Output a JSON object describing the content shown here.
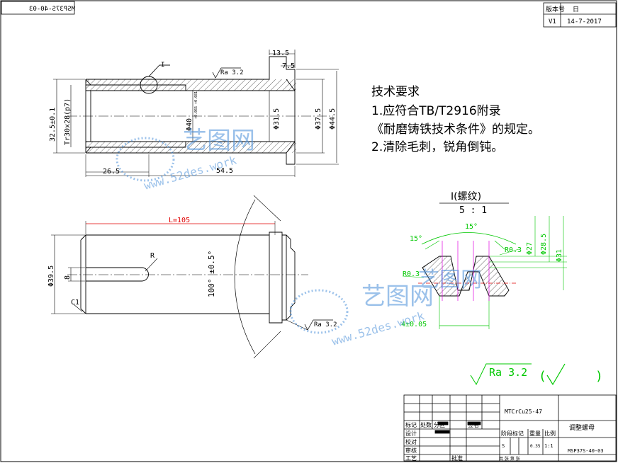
{
  "drawing": {
    "mirrored_code": "MSP37S-40-03",
    "revision": {
      "col1": "版本号",
      "col2": "日",
      "version": "V1",
      "date": "14-7-2017"
    }
  },
  "top_view": {
    "detail_mark": "I",
    "dims": {
      "d13_5": "13.5",
      "d7_5": "7.5",
      "ra": "Ra 3.2",
      "d32_5": "32.5±0.1",
      "thread": "Tr30x28(p7)",
      "phi40": "Φ40",
      "phi40_tol": "+0.065 +0.081",
      "phi31_5": "Φ31.5",
      "phi37_5": "Φ37.5",
      "phi44_5": "Φ44.5",
      "d26_5": "26.5",
      "d54_5": "54.5"
    }
  },
  "bottom_view": {
    "length": "L=105",
    "phi39_5": "Φ39.5",
    "eight": "8",
    "r": "R",
    "c1": "C1",
    "angle": "100° ±0.5°",
    "ra": "Ra 3.2"
  },
  "tech_req": {
    "title": "技术要求",
    "line1": "1.应符合TB/T2916附录",
    "line2": "《耐磨铸铁技术条件》的规定。",
    "line3": "2.清除毛刺，锐角倒钝。"
  },
  "detail": {
    "title": "I(螺纹)",
    "scale": "5 : 1",
    "angle_left": "15°",
    "angle_top": "15°",
    "phi27": "Φ27",
    "phi28_5": "Φ28.5",
    "phi31": "Φ31",
    "r03_right": "R0.3",
    "r03_left": "R0.3",
    "pitch": "4±0.05"
  },
  "surface_note": {
    "ra": "Ra 3.2",
    "paren_open": "(",
    "paren_close": ")"
  },
  "watermark": {
    "brand": "艺图网",
    "url": "www.52des.work"
  },
  "title_block": {
    "material": "MTCrCu25-47",
    "part_name": "调整螺母",
    "drawing_no": "MSP37S-40-03",
    "row_labels": [
      "标记",
      "处数",
      "分区"
    ],
    "sign": "签名",
    "design": "设计",
    "check": "校对",
    "review": "审核",
    "process": "工艺",
    "approve": "批准",
    "stage_mark": "阶段标记",
    "weight": "重量",
    "ratio": "比例",
    "scale_val": "1:1",
    "weight_val": "0.35",
    "s": "S",
    "sheet_note": "共 张 第 张"
  },
  "colors": {
    "line": "#000000",
    "detail_green": "#00c800",
    "detail_red": "#e00000",
    "detail_magenta": "#e000e0",
    "watermark_blue": "#4a90d9"
  }
}
